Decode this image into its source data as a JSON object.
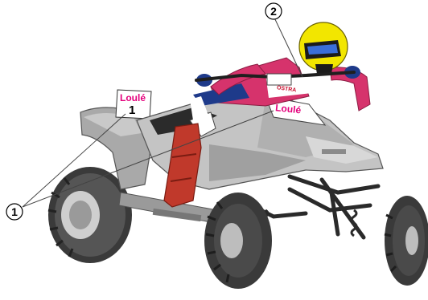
{
  "callouts": [
    {
      "id": "1",
      "label": "1"
    },
    {
      "id": "2",
      "label": "2"
    }
  ],
  "plates": {
    "rear": {
      "text": "Loulé",
      "number": "1"
    },
    "front": {
      "text": "Loulé"
    }
  },
  "jersey": {
    "text": "OSTRA"
  },
  "colors": {
    "plate_text": "#e4007c",
    "rider_suit": "#d6336c",
    "helmet": "#f2e600",
    "boot": "#c0392b",
    "body_grey": "#b8b8b8",
    "tire": "#3a3a3a",
    "frame": "#2a2a2a"
  }
}
